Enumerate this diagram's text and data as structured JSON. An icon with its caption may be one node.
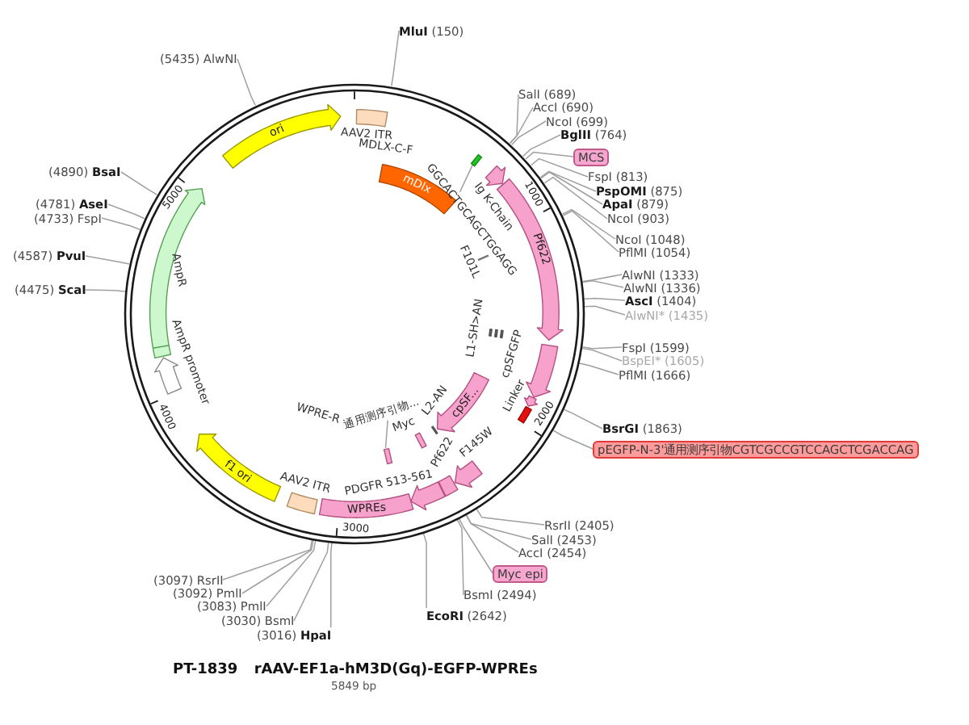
{
  "diagram": {
    "title": "PT-1839 rAAV-EF1a-hM3D(Gq)-EGFP-WPREs",
    "caption": "5849 bp",
    "nodes": [
      {
        "text": [],
        "shape": "circle"
      },
      {
        "text": [
          "**MluI** (150)"
        ]
      },
      {
        "text": [
          "SalI (689)"
        ]
      },
      {
        "text": [
          "AccI (690)"
        ]
      },
      {
        "text": [
          "NcoI (699)"
        ]
      },
      {
        "text": [
          "**BglII** (764)"
        ]
      },
      {
        "text": [
          "MCS"
        ]
      },
      {
        "text": [
          "FspI (813)"
        ]
      },
      {
        "text": [
          "**PspOMI** (875)"
        ]
      },
      {
        "text": [
          "**ApaI** (879)"
        ]
      },
      {
        "text": [
          "NcoI (903)"
        ]
      },
      {
        "text": [
          "NcoI (1048)"
        ]
      },
      {
        "text": [
          "PflMI (1054)"
        ]
      },
      {
        "text": [
          "AlwNI (1333)"
        ]
      },
      {
        "text": [
          "AlwNI (1336)"
        ]
      },
      {
        "text": [
          "**AscI** (1404)"
        ]
      },
      {
        "text": [
          "AlwNI* (1435)"
        ]
      },
      {
        "text": [
          "FspI (1599)"
        ]
      },
      {
        "text": [
          "BspEI* (1605)"
        ]
      },
      {
        "text": [
          "PflMI (1666)"
        ]
      },
      {
        "text": [
          "**BsrGI** (1863)"
        ]
      },
      {
        "text": [
          "pEGFP-N-3'通用测序引物CGTCGCCGTCCAGCTCGACCAG"
        ]
      },
      {
        "text": [
          "RsrII (2405)"
        ]
      },
      {
        "text": [
          "SalI (2453)"
        ]
      },
      {
        "text": [
          "AccI (2454)"
        ]
      },
      {
        "text": [
          "Myc epi"
        ]
      },
      {
        "text": [
          "BsmI (2494)"
        ]
      },
      {
        "text": [
          "**EcoRI** (2642)"
        ]
      },
      {
        "text": [
          "(3016) **HpaI**"
        ]
      },
      {
        "text": [
          "(3030) BsmI"
        ]
      },
      {
        "text": [
          "(3083) PmlI"
        ]
      },
      {
        "text": [
          "(3092) PmlI"
        ]
      },
      {
        "text": [
          "(3097) RsrII"
        ]
      },
      {
        "text": [
          "(4475) **ScaI**"
        ]
      },
      {
        "text": [
          "(4587) **PvuI**"
        ]
      },
      {
        "text": [
          "(4733) FspI"
        ]
      },
      {
        "text": [
          "(4781) **AseI**"
        ]
      },
      {
        "text": [
          "(4890) **BsaI**"
        ]
      },
      {
        "text": [
          "(5435) AlwNI"
        ]
      },
      {
        "text": [
          "ori"
        ],
        "in": 0
      },
      {
        "text": [
          "AAV2 ITR"
        ],
        "in": 0
      },
      {
        "text": [
          "mDlx"
        ],
        "in": 0
      },
      {
        "text": [
          "GGCACTGCAGCTGGAGG"
        ],
        "in": 0
      },
      {
        "text": [],
        "shape": "bar",
        "in": 0
      },
      {
        "text": [
          "Ig K-Chain"
        ],
        "in": 0
      },
      {
        "text": [
          "Pf622"
        ],
        "in": 0
      },
      {
        "text": [
          "F101L"
        ],
        "in": 0
      },
      {
        "text": [
          "L1-SH>AN"
        ],
        "in": 0
      },
      {
        "text": [
          "cpSFGFP"
        ],
        "in": 0
      },
      {
        "text": [
          "Linker"
        ],
        "in": 0
      },
      {
        "text": [],
        "shape": "bar",
        "in": 0
      },
      {
        "text": [
          "cpSF..."
        ],
        "in": 0
      },
      {
        "text": [
          "L2-AN"
        ],
        "in": 0
      },
      {
        "text": [
          "Myc"
        ],
        "in": 0
      },
      {
        "text": [
          "通用测序引物..."
        ],
        "in": 0
      },
      {
        "text": [],
        "shape": "bar",
        "in": 0
      },
      {
        "text": [
          "F145W"
        ],
        "in": 0
      },
      {
        "text": [
          "Pf622"
        ],
        "in": 0
      },
      {
        "text": [
          "PDGFR 513-561"
        ],
        "in": 0
      },
      {
        "text": [
          "WPREs"
        ],
        "in": 0
      },
      {
        "text": [
          "AAV2 ITR"
        ],
        "in": 0
      },
      {
        "text": [
          "f1 ori"
        ],
        "in": 0
      },
      {
        "text": [
          "AmpR promoter"
        ],
        "in": 0
      },
      {
        "text": [
          "AmpR"
        ],
        "in": 0
      }
    ],
    "edges": [
      {
        "from": 1,
        "to": 0,
        "arrow": "none"
      },
      {
        "from": 2,
        "to": 0,
        "arrow": "none"
      },
      {
        "from": 3,
        "to": 0,
        "arrow": "none"
      },
      {
        "from": 4,
        "to": 0,
        "arrow": "none"
      },
      {
        "from": 5,
        "to": 0,
        "arrow": "none"
      },
      {
        "from": 6,
        "to": 0,
        "arrow": "none"
      },
      {
        "from": 7,
        "to": 0,
        "arrow": "none"
      },
      {
        "from": 8,
        "to": 0,
        "arrow": "none"
      },
      {
        "from": 9,
        "to": 0,
        "arrow": "none"
      },
      {
        "from": 10,
        "to": 0,
        "arrow": "none"
      },
      {
        "from": 11,
        "to": 0,
        "arrow": "none"
      },
      {
        "from": 12,
        "to": 0,
        "arrow": "none"
      },
      {
        "from": 13,
        "to": 0,
        "arrow": "none"
      },
      {
        "from": 14,
        "to": 0,
        "arrow": "none"
      },
      {
        "from": 15,
        "to": 0,
        "arrow": "none"
      },
      {
        "from": 16,
        "to": 0,
        "arrow": "none"
      },
      {
        "from": 17,
        "to": 0,
        "arrow": "none"
      },
      {
        "from": 18,
        "to": 0,
        "arrow": "none"
      },
      {
        "from": 19,
        "to": 0,
        "arrow": "none"
      },
      {
        "from": 20,
        "to": 0,
        "arrow": "none"
      },
      {
        "from": 21,
        "to": 0,
        "arrow": "none"
      },
      {
        "from": 22,
        "to": 0,
        "arrow": "none"
      },
      {
        "from": 23,
        "to": 0,
        "arrow": "none"
      },
      {
        "from": 24,
        "to": 0,
        "arrow": "none"
      },
      {
        "from": 25,
        "to": 0,
        "arrow": "none"
      },
      {
        "from": 26,
        "to": 0,
        "arrow": "none"
      },
      {
        "from": 27,
        "to": 0,
        "arrow": "none"
      },
      {
        "from": 28,
        "to": 0,
        "arrow": "none"
      },
      {
        "from": 29,
        "to": 0,
        "arrow": "none"
      },
      {
        "from": 30,
        "to": 0,
        "arrow": "none"
      },
      {
        "from": 31,
        "to": 0,
        "arrow": "none"
      },
      {
        "from": 32,
        "to": 0,
        "arrow": "none"
      },
      {
        "from": 33,
        "to": 0,
        "arrow": "none"
      },
      {
        "from": 34,
        "to": 0,
        "arrow": "none"
      },
      {
        "from": 35,
        "to": 0,
        "arrow": "none"
      },
      {
        "from": 36,
        "to": 0,
        "arrow": "none"
      },
      {
        "from": 37,
        "to": 0,
        "arrow": "none"
      },
      {
        "from": 38,
        "to": 0,
        "arrow": "none"
      },
      {
        "from": 42,
        "to": 43,
        "arrow": "none"
      },
      {
        "from": 54,
        "to": 55,
        "arrow": "none"
      }
    ],
    "labels": [
      "MDLX-C-F",
      "5000",
      "1000",
      "4000",
      "2000",
      "WPRE-R",
      "3000"
    ]
  }
}
